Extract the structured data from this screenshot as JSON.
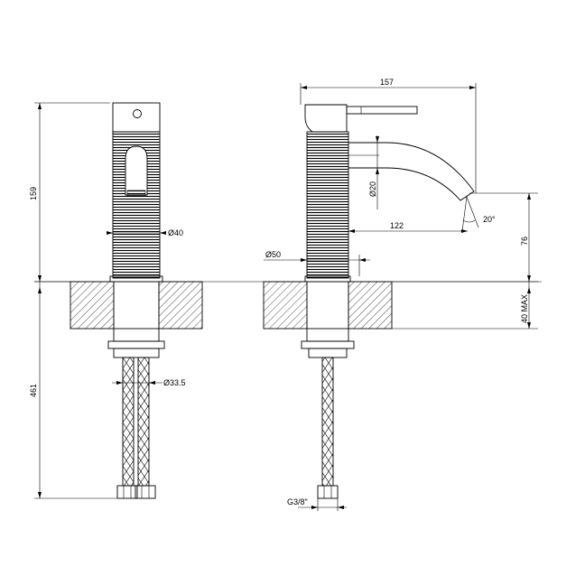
{
  "dimensions": {
    "front_height_top": "159",
    "front_height_bottom": "461",
    "front_body_diameter": "Ø40",
    "front_hose_diameter": "Ø33.5",
    "side_reach": "157",
    "side_spout_length": "122",
    "side_spout_diameter": "Ø20",
    "side_base_diameter": "Ø50",
    "side_spout_angle": "20°",
    "side_spout_height": "76",
    "side_deck_thickness": "40 MAX",
    "side_thread": "G3/8\""
  }
}
